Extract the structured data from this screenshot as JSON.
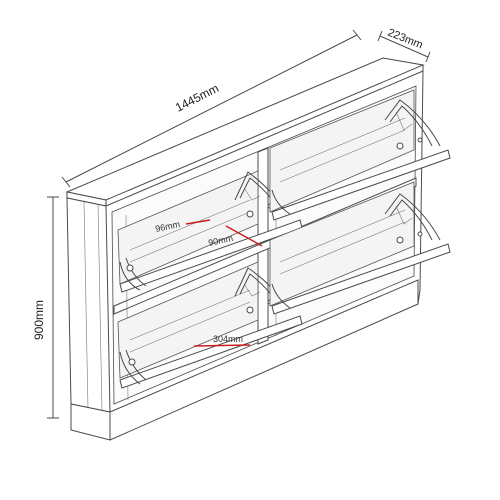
{
  "dimensions": {
    "width_label": "1445mm",
    "depth_label": "223mm",
    "height_label": "900mm"
  },
  "annotations": {
    "shelf_depth_label": "96mm",
    "shelf_gap_label": "90mm",
    "door_width_label": "304mm"
  },
  "colors": {
    "line": "#4a4a4a",
    "measure_line": "#cc1b1b",
    "background": "#ffffff"
  }
}
